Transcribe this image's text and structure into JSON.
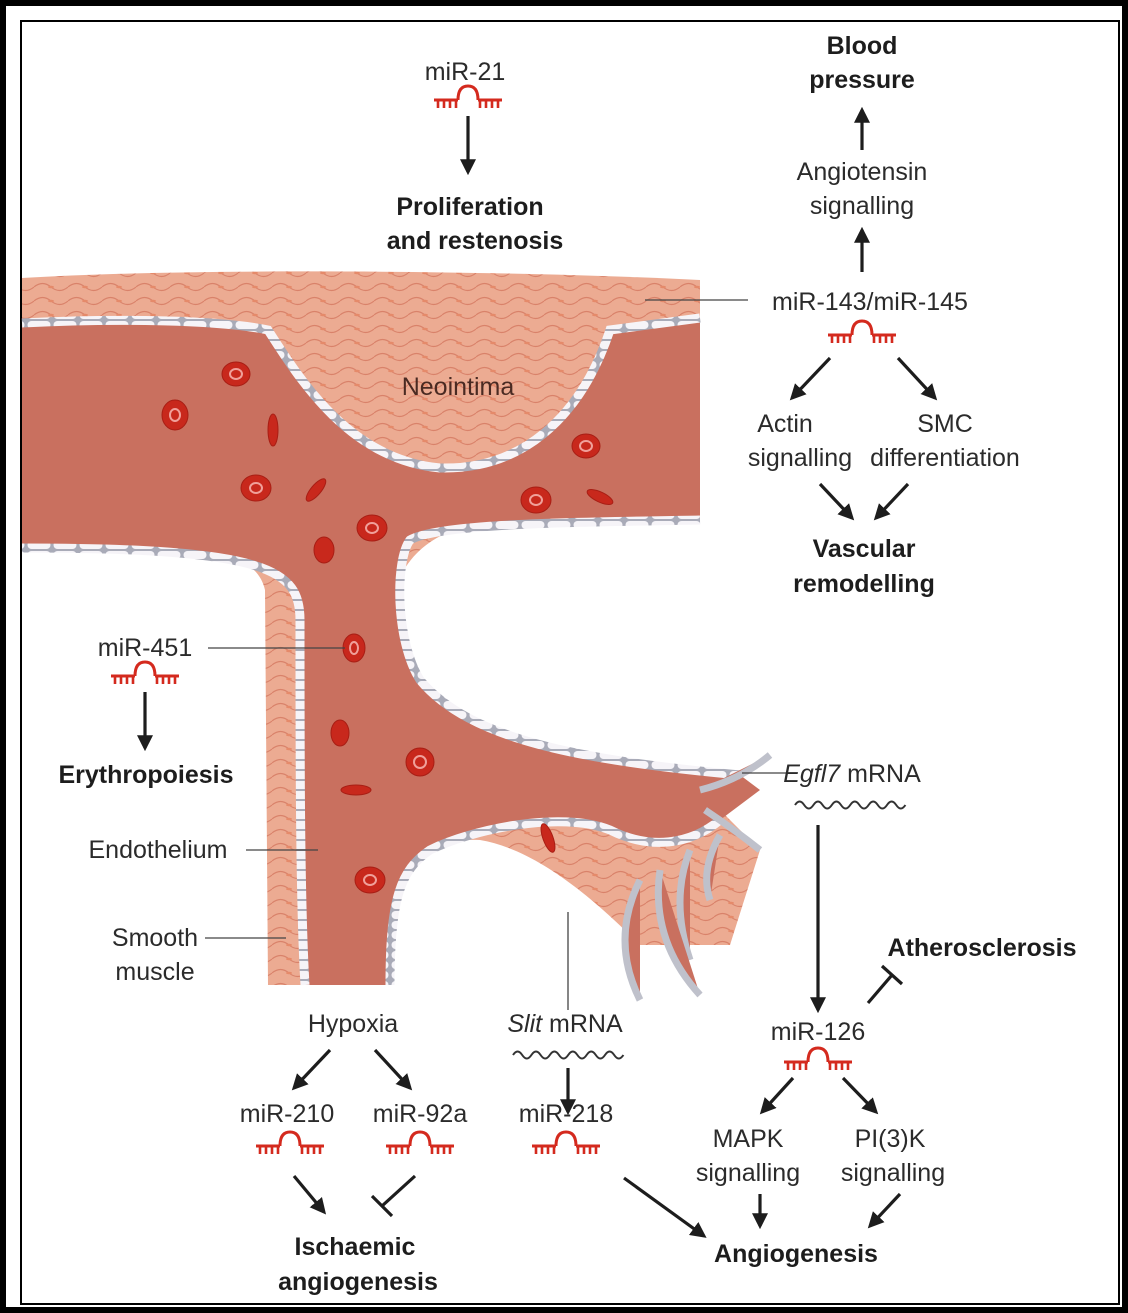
{
  "labels": {
    "mir21": "miR-21",
    "proliferation_1": "Proliferation",
    "proliferation_2": "and restenosis",
    "blood_1": "Blood",
    "blood_2": "pressure",
    "angiotensin_1": "Angiotensin",
    "angiotensin_2": "signalling",
    "mir143": "miR-143/miR-145",
    "neointima": "Neointima",
    "actin_1": "Actin",
    "actin_2": "signalling",
    "smc_1": "SMC",
    "smc_2": "differentiation",
    "vascular_1": "Vascular",
    "vascular_2": "remodelling",
    "mir451": "miR-451",
    "erythropoiesis": "Erythropoiesis",
    "endothelium": "Endothelium",
    "smooth_1": "Smooth",
    "smooth_2": "muscle",
    "egfl7_italic": "Egfl7",
    "egfl7_rest": " mRNA",
    "atherosclerosis": "Atherosclerosis",
    "mir126": "miR-126",
    "hypoxia": "Hypoxia",
    "slit_italic": "Slit",
    "slit_rest": " mRNA",
    "mir210": "miR-210",
    "mir92a": "miR-92a",
    "mir218": "miR-218",
    "mapk_1": "MAPK",
    "mapk_2": "signalling",
    "pi3k_1": "PI(3)K",
    "pi3k_2": "signalling",
    "ischaemic_1": "Ischaemic",
    "ischaemic_2": "angiogenesis",
    "angiogenesis": "Angiogenesis"
  },
  "colors": {
    "mirna_red": "#d42a1e",
    "vessel_wall": "#e9a78f",
    "lumen": "#c9705f",
    "blood_cell": "#c8281c",
    "endothelium": "#f4f2f5"
  },
  "icons": [
    "mirna-hairpin-icon",
    "mrna-wave-icon",
    "arrow-icon",
    "inhibition-bar-icon"
  ]
}
